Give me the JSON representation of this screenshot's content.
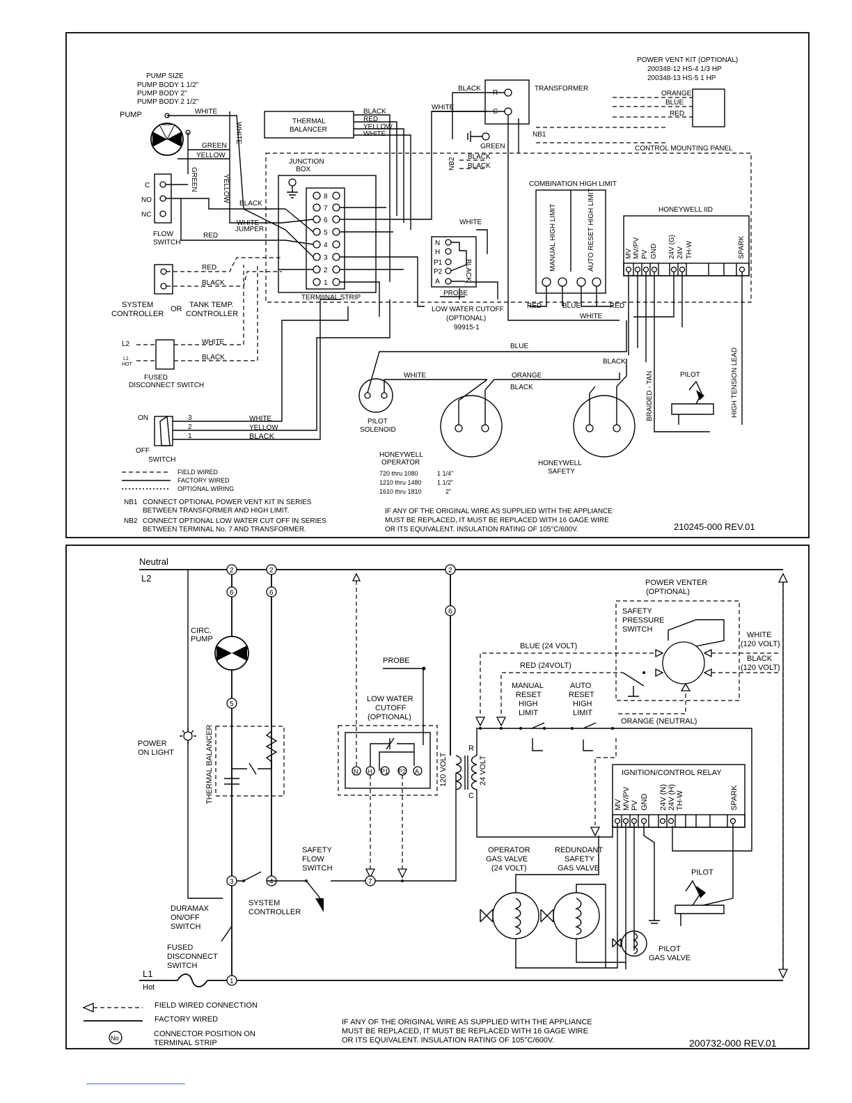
{
  "colors": {
    "ink": "#000000",
    "paper": "#ffffff",
    "underline": "#4a6fd8"
  },
  "top": {
    "pump_size": {
      "title": "PUMP SIZE",
      "items": [
        "PUMP BODY 1 1/2\"",
        "PUMP BODY 2\"",
        "PUMP BODY 2 1/2\""
      ]
    },
    "pump": "PUMP",
    "wires": {
      "white": "WHITE",
      "green": "GREEN",
      "yellow": "YELLOW",
      "black": "BLACK",
      "red": "RED",
      "blue": "BLUE",
      "orange": "ORANGE",
      "white_jumper_1": "WHITE",
      "white_jumper_2": "JUMPER"
    },
    "thermal_balancer": [
      "THERMAL",
      "BALANCER"
    ],
    "transformer": "TRANSFORMER",
    "transformer_r": "R",
    "transformer_c": "C",
    "nb1": "NB1",
    "nb2": "NB2",
    "power_vent": {
      "title": "POWER VENT KIT (OPTIONAL)",
      "kit1": "200348-12   HS-4  1/3 HP",
      "kit2": "200348-13   HS-5  1 HP"
    },
    "control_mounting_panel": "CONTROL MOUNTING PANEL",
    "junction_box": [
      "JUNCTION",
      "BOX"
    ],
    "terminal_strip": "TERMIINAL STRIP",
    "terminals": [
      "8",
      "7",
      "6",
      "5",
      "4",
      "3",
      "2",
      "1"
    ],
    "flow_switch": {
      "c": "C",
      "no": "NO",
      "nc": "NC",
      "label1": "FLOW",
      "label2": "SWITCH"
    },
    "combination_high_limit": "COMBINATION HIGH LIMIT",
    "manual_high_limit": "MANUAL HIGH LIMIT",
    "auto_reset_high_limit": "AUTO RESET HIGH LIMIT",
    "honeywell_iid": "HONEYWELL IID",
    "iid_terminals": [
      "MV",
      "MV/PV",
      "PV",
      "GND",
      "24V (G)",
      "24V",
      "TH-W",
      "SPARK"
    ],
    "lwco_terminals": [
      "N",
      "H",
      "P1",
      "P2",
      "A"
    ],
    "probe": "PROBE",
    "lwco": {
      "line1": "LOW WATER CUTOFF",
      "line2": "(OPTIONAL)",
      "line3": "99915-1"
    },
    "system_controller": [
      "SYSTEM",
      "CONTROLLER"
    ],
    "or": "OR",
    "tank_temp_controller": [
      "TANK TEMP.",
      "CONTROLLER"
    ],
    "l2": "L2",
    "l1": "L1",
    "hot": "HOT",
    "fused_disconnect": [
      "FUSED",
      "DISCONNECT SWITCH"
    ],
    "switch": {
      "on": "ON",
      "off": "OFF",
      "label": "SWITCH",
      "pins": [
        "3",
        "2",
        "1"
      ]
    },
    "pilot_solenoid": [
      "PILOT",
      "SOLENOID"
    ],
    "honeywell_operator": {
      "line1": "HONEYWELL",
      "line2": "OPERATOR",
      "rows": [
        [
          "720 thru 1080",
          "1 1/4\""
        ],
        [
          "1210 thru 1480",
          "1 1/2\""
        ],
        [
          "1610 thru 1810",
          "2\""
        ]
      ]
    },
    "honeywell_safety": [
      "HONEYWELL",
      "SAFETY"
    ],
    "braided_tan": "BRAIDED - TAN",
    "pilot": "PILOT",
    "high_tension_lead": "HIGH TENSION LEAD",
    "legend": {
      "field": "FIELD WIRED",
      "factory": "FACTORY WIRED",
      "optional": "OPTIONAL WIRING"
    },
    "notes": {
      "nb1_tag": "NB1",
      "nb1_line1": "CONNECT OPTIONAL POWER VENT KIT IN SERIES",
      "nb1_line2": "BETWEEN TRANSFORMER AND HIGH LIMIT.",
      "nb2_tag": "NB2",
      "nb2_line1": "CONNECT OPTIONAL LOW WATER CUT OFF IN SERIES",
      "nb2_line2": "BETWEEN TERMINAL No. 7 AND TRANSFORMER."
    },
    "warning": [
      "IF ANY OF THE ORIGINAL WIRE AS SUPPLIED WITH THE APPLIANCE",
      "MUST BE REPLACED, IT MUST BE REPLACED WITH 16 GAGE WIRE",
      "OR ITS EQUIVALENT. INSULATION RATING OF 105°C/600V."
    ],
    "doc_number": "210245-000 REV.01"
  },
  "bottom": {
    "neutral": "Neutral",
    "l2": "L2",
    "l1": "L1",
    "hot": "Hot",
    "circ_pump": [
      "CIRC.",
      "PUMP"
    ],
    "thermal_balancer": "THERMAL BALANCER",
    "power_on_light": [
      "POWER",
      "ON LIGHT"
    ],
    "probe": "PROBE",
    "lwco": [
      "LOW WATER",
      "CUTOFF",
      "(OPTIONAL)"
    ],
    "lwco_terminals": [
      "N",
      "H",
      "P1",
      "P2",
      "A"
    ],
    "v120": "120 VOLT",
    "v24": "24 VOLT",
    "r": "R",
    "c": "C",
    "power_venter": [
      "POWER VENTER",
      "(OPTIONAL)"
    ],
    "safety_pressure_switch": [
      "SAFETY",
      "PRESSURE",
      "SWITCH"
    ],
    "white_120": [
      "WHITE",
      "(120 VOLT)"
    ],
    "black_120": [
      "BLACK",
      "(120 VOLT)"
    ],
    "blue_24": "BLUE (24 VOLT)",
    "red_24": "RED (24VOLT)",
    "manual_reset": [
      "MANUAL",
      "RESET",
      "HIGH",
      "LIMIT"
    ],
    "auto_reset": [
      "AUTO",
      "RESET",
      "HIGH",
      "LIMIT"
    ],
    "orange_neutral": "ORANGE (NEUTRAL)",
    "ignition_relay": "IGNITION/CONTROL RELAY",
    "relay_terminals": [
      "MV",
      "MV/PV",
      "PV",
      "GND",
      "24V (N)",
      "24V (H)",
      "TH-W",
      "SPARK"
    ],
    "safety_flow_switch": [
      "SAFETY",
      "FLOW",
      "SWITCH"
    ],
    "system_controller": [
      "SYSTEM",
      "CONTROLLER"
    ],
    "duramax": [
      "DURAMAX",
      "ON/OFF",
      "SWITCH"
    ],
    "fused_disconnect": [
      "FUSED",
      "DISCONNECT",
      "SWITCH"
    ],
    "operator_gas_valve": [
      "OPERATOR",
      "GAS VALVE",
      "(24 VOLT)"
    ],
    "redundant_safety": [
      "REDUNDANT",
      "SAFETY",
      "GAS VALVE"
    ],
    "pilot": "PILOT",
    "pilot_gas_valve": [
      "PILOT",
      "GAS VALVE"
    ],
    "nodes": [
      "1",
      "2",
      "3",
      "4",
      "5",
      "6",
      "7"
    ],
    "legend": {
      "field": "FIELD WIRED CONNECTION",
      "factory": "FACTORY WIRED",
      "no_symbol": "No",
      "connector1": "CONNECTOR POSITION ON",
      "connector2": "TERMINAL STRIP"
    },
    "warning": [
      "IF ANY OF THE ORIGINAL WIRE AS SUPPLIED WITH THE APPLIANCE",
      "MUST BE REPLACED, IT MUST BE REPLACED WITH 16 GAGE WIRE",
      "OR ITS EQUIVALENT. INSULATION RATING OF 105°C/600V."
    ],
    "doc_number": "200732-000 REV.01"
  }
}
